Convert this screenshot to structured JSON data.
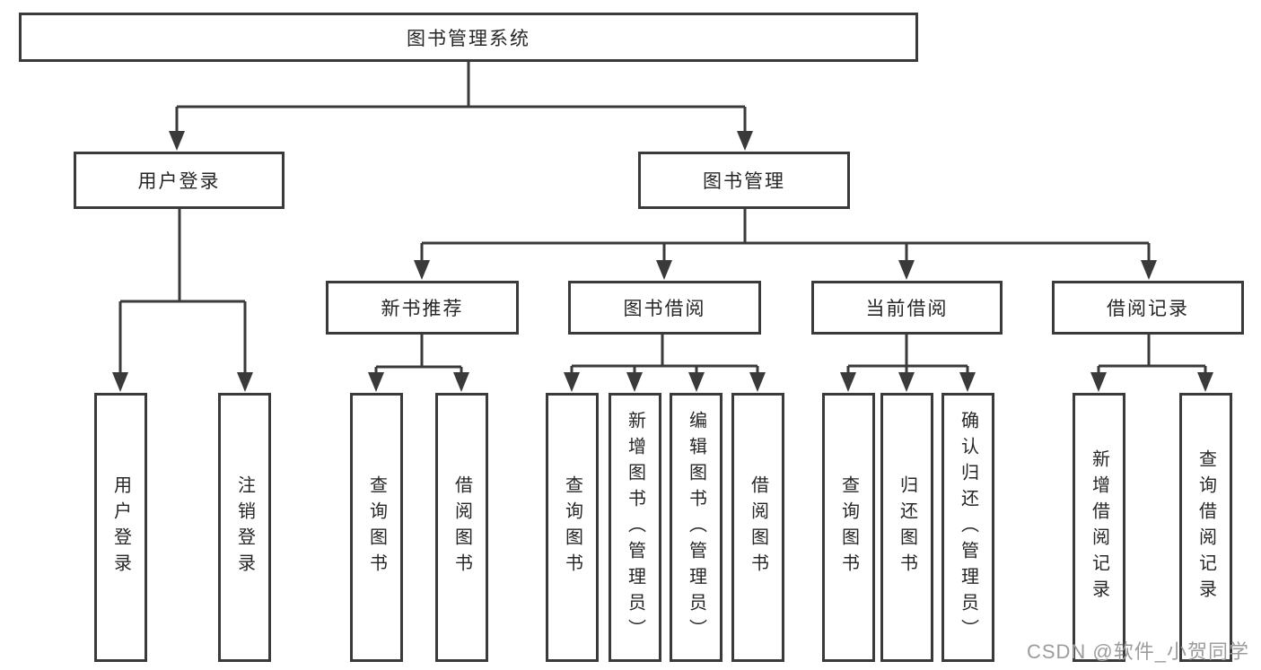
{
  "diagram": {
    "root": {
      "label": "图书管理系统"
    },
    "branches": [
      {
        "label": "用户登录",
        "children": [
          "用户登录",
          "注销登录"
        ]
      },
      {
        "label": "图书管理",
        "groups": [
          {
            "label": "新书推荐",
            "children": [
              "查询图书",
              "借阅图书"
            ]
          },
          {
            "label": "图书借阅",
            "children": [
              "查询图书",
              "新增图书（管理员）",
              "编辑图书（管理员）",
              "借阅图书"
            ]
          },
          {
            "label": "当前借阅",
            "children": [
              "查询图书",
              "归还图书",
              "确认归还（管理员）"
            ]
          },
          {
            "label": "借阅记录",
            "children": [
              "新增借阅记录",
              "查询借阅记录"
            ]
          }
        ]
      }
    ]
  },
  "watermark": {
    "text": "CSDN @软件_小贺同学"
  },
  "colors": {
    "line": "#3a3a3a",
    "box_border": "#3a3a3a",
    "text": "#262626",
    "watermark": "#9c9c9c",
    "background": "#ffffff"
  }
}
